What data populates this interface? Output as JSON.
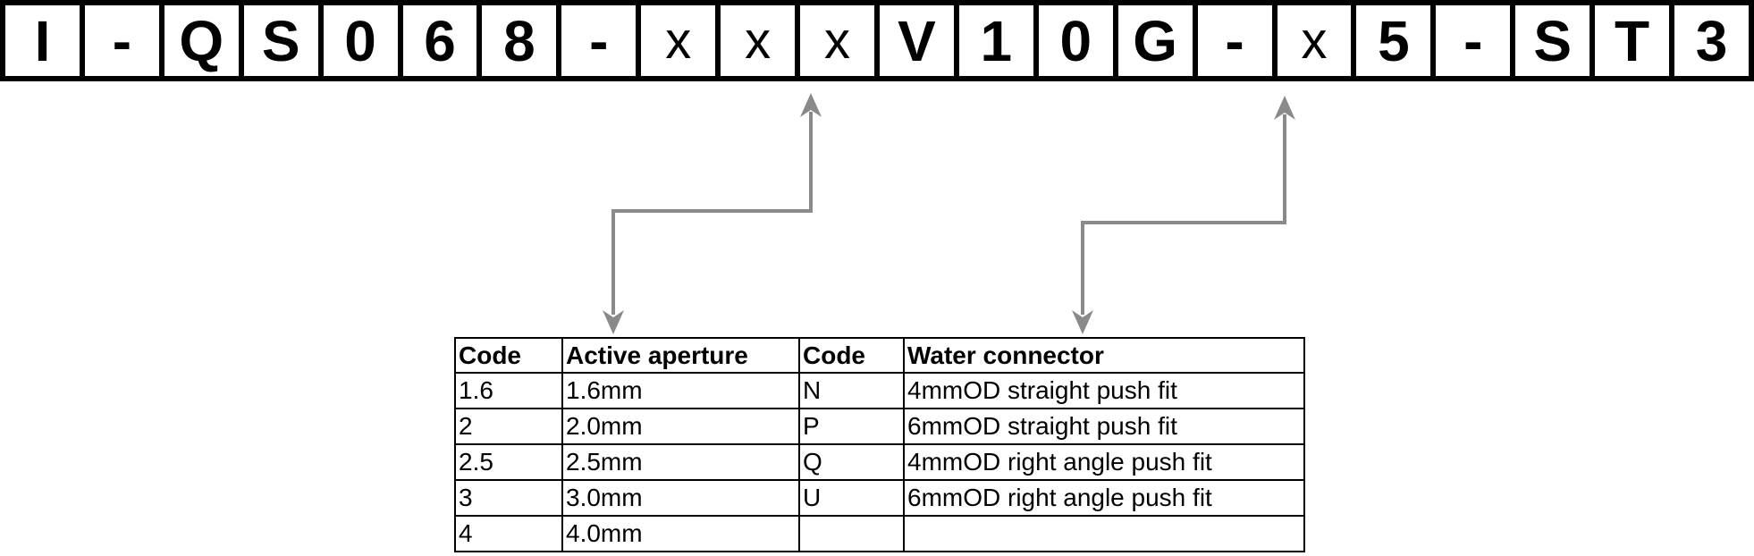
{
  "part_code": {
    "cells": [
      "I",
      "-",
      "Q",
      "S",
      "0",
      "6",
      "8",
      "-",
      "x",
      "x",
      "x",
      "V",
      "1",
      "0",
      "G",
      "-",
      "x",
      "5",
      "-",
      "S",
      "T",
      "3"
    ],
    "placeholder_char": "x"
  },
  "legend_table": {
    "headers": [
      "Code",
      "Active aperture",
      "Code",
      "Water connector"
    ],
    "rows": [
      [
        "1.6",
        "1.6mm",
        "N",
        "4mmOD straight push fit"
      ],
      [
        "2",
        "2.0mm",
        "P",
        "6mmOD straight push fit"
      ],
      [
        "2.5",
        "2.5mm",
        "Q",
        "4mmOD right angle push fit"
      ],
      [
        "3",
        "3.0mm",
        "U",
        "6mmOD right angle push fit"
      ],
      [
        "4",
        "4.0mm",
        "",
        ""
      ]
    ]
  },
  "colors": {
    "arrow_gray": "#8a8a8a",
    "border_black": "#000000",
    "background": "#ffffff"
  }
}
